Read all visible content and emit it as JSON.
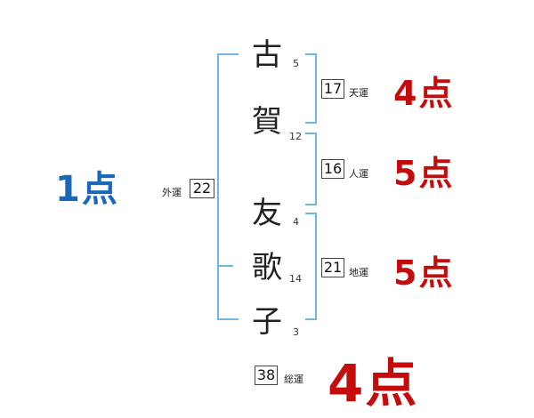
{
  "colors": {
    "bracket": "#6fb8e6",
    "score_red": "#c40c0c",
    "score_blue": "#1869b8"
  },
  "name": {
    "surname": [
      {
        "char": "古",
        "strokes": "5"
      },
      {
        "char": "賀",
        "strokes": "12"
      }
    ],
    "given": [
      {
        "char": "友",
        "strokes": "4"
      },
      {
        "char": "歌",
        "strokes": "14"
      },
      {
        "char": "子",
        "strokes": "3"
      }
    ]
  },
  "fortunes": {
    "tenkaku": {
      "value": "17",
      "label": "天運",
      "score": "4点"
    },
    "jinkaku": {
      "value": "16",
      "label": "人運",
      "score": "5点"
    },
    "chikaku": {
      "value": "21",
      "label": "地運",
      "score": "5点"
    },
    "gaikaku": {
      "value": "22",
      "label": "外運",
      "score": "1点"
    },
    "soukaku": {
      "value": "38",
      "label": "総運",
      "score": "4点"
    }
  }
}
